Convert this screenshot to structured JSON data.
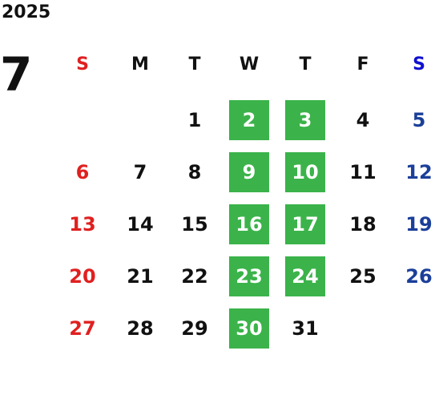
{
  "year": "2025",
  "month": "7",
  "colors": {
    "default": "#111111",
    "sunday": "#e02020",
    "saturday": "#1b3f99",
    "saturday_header": "#1010d0",
    "highlight_bg": "#3bb34a",
    "highlight_fg": "#ffffff"
  },
  "weekdays": [
    "S",
    "M",
    "T",
    "W",
    "T",
    "F",
    "S"
  ],
  "weeks": [
    [
      "",
      "",
      "1",
      "2",
      "3",
      "4",
      "5"
    ],
    [
      "6",
      "7",
      "8",
      "9",
      "10",
      "11",
      "12"
    ],
    [
      "13",
      "14",
      "15",
      "16",
      "17",
      "18",
      "19"
    ],
    [
      "20",
      "21",
      "22",
      "23",
      "24",
      "25",
      "26"
    ],
    [
      "27",
      "28",
      "29",
      "30",
      "31",
      "",
      ""
    ]
  ],
  "highlighted_columns": [
    3,
    4
  ],
  "highlighted_dates": [
    "2",
    "3",
    "9",
    "10",
    "16",
    "17",
    "23",
    "24",
    "30"
  ]
}
